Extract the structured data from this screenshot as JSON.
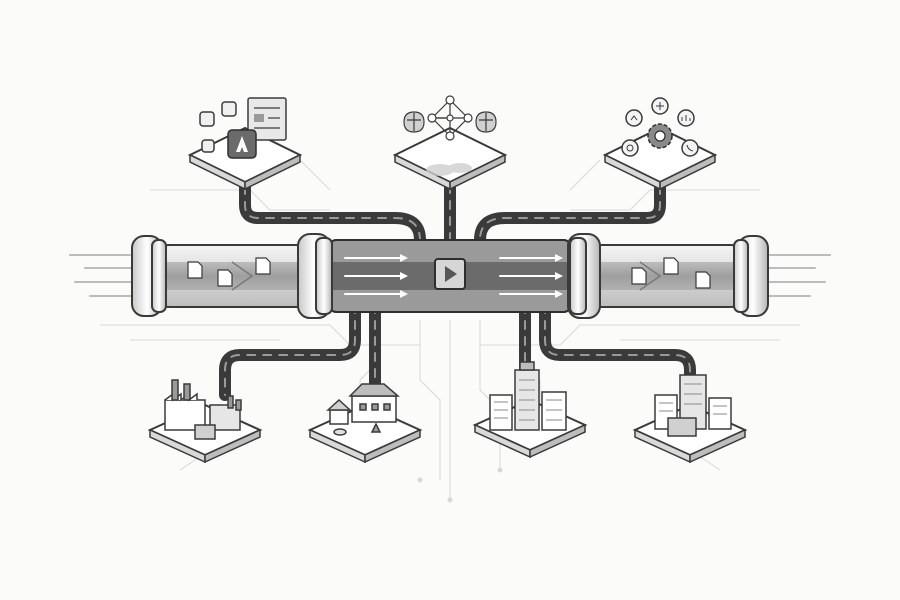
{
  "diagram": {
    "colors": {
      "background": "#fbfbfa",
      "line": "#3a3a3a",
      "pipe_glass": "#e4e4e4",
      "pipe_core": "#8c8c8c",
      "road": "#4a4a4a",
      "accent_light": "#d6d6d6",
      "circuit": "#d8d8d8"
    },
    "top_nodes": [
      {
        "id": "apps",
        "icons": [
          "adobe-icon",
          "document-icon",
          "window-icon",
          "tile-icon"
        ]
      },
      {
        "id": "ai",
        "icons": [
          "neural-network-icon",
          "brain-icon",
          "brain-icon"
        ]
      },
      {
        "id": "services",
        "icons": [
          "gear-icon",
          "share-icon",
          "chart-icon",
          "phone-icon",
          "settings-icon"
        ]
      }
    ],
    "bottom_nodes": [
      {
        "id": "factory",
        "icons": [
          "factory-icon"
        ]
      },
      {
        "id": "town",
        "icons": [
          "houses-icon"
        ]
      },
      {
        "id": "downtown",
        "icons": [
          "skyscraper-icon"
        ]
      },
      {
        "id": "city",
        "icons": [
          "buildings-icon"
        ]
      }
    ],
    "central_icon": "play-icon"
  }
}
